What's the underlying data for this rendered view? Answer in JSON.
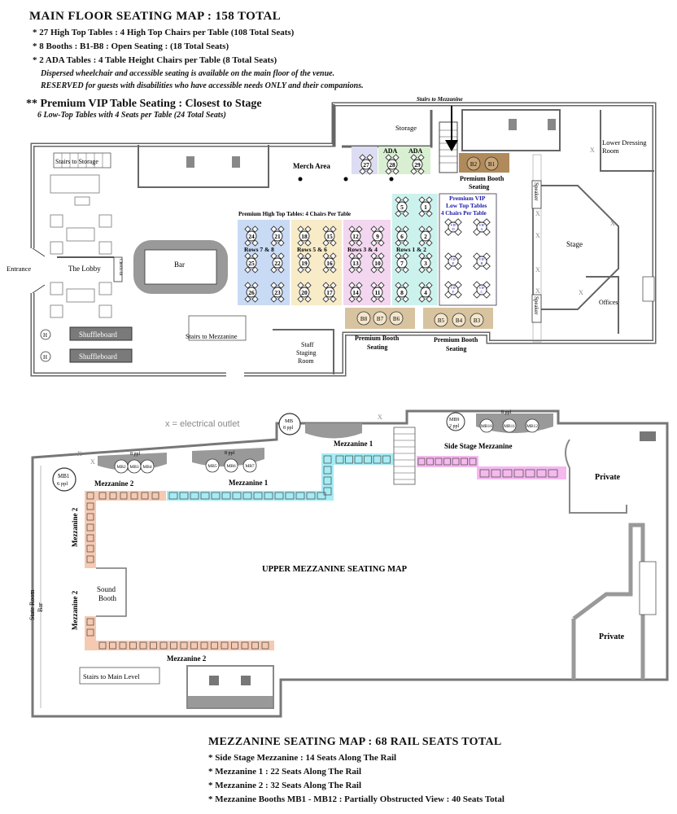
{
  "header": {
    "title": "MAIN FLOOR SEATING MAP : 158 TOTAL",
    "line1": "* 27 High Top Tables : 4 High Top Chairs per Table (108 Total Seats)",
    "line2": "* 8 Booths : B1-B8 : Open Seating : (18 Total Seats)",
    "line3": "* 2 ADA Tables : 4 Table Height Chairs per Table (8 Total Seats)",
    "note1": "Dispersed wheelchair and accessible seating is available on the main floor of the venue.",
    "note2": "RESERVED for guests with disabilities who have accessible needs ONLY and their companions."
  },
  "vip": {
    "heading": "** Premium VIP Table Seating : Closest to Stage",
    "sub": "6 Low-Top Tables with 4 Seats per Table (24 Total Seats)"
  },
  "main_floor": {
    "stairs_mezz_top": "Stairs to Mezzanine",
    "storage": "Storage",
    "lower_dressing_1": "Lower Dressing",
    "lower_dressing_2": "Room",
    "stairs_storage": "Stairs to Storage",
    "merch": "Merch Area",
    "ada": "ADA",
    "ada_tables": [
      "27",
      "28",
      "29"
    ],
    "premium_hightop": "Premium High Top Tables: 4 Chairs Per Table",
    "vip_box_1": "Premium VIP",
    "vip_box_2": "Low Top Tables",
    "vip_box_3": "4 Chairs Per Table",
    "vip_label": "VIP",
    "vip_letters": [
      "D",
      "A",
      "E",
      "B",
      "F",
      "C"
    ],
    "rows_78": "Rows 7 & 8",
    "rows_56": "Rows 5 & 6",
    "rows_34": "Rows 3 & 4",
    "rows_12": "Rows 1 & 2",
    "grid_tables": [
      [
        "24",
        "21",
        "18",
        "15",
        "12",
        "9",
        "6",
        "2"
      ],
      [
        "25",
        "22",
        "19",
        "16",
        "13",
        "10",
        "7",
        "3"
      ],
      [
        "26",
        "23",
        "20",
        "17",
        "14",
        "11",
        "8",
        "4"
      ]
    ],
    "table_5": "5",
    "table_1": "1",
    "booths_top": [
      "B2",
      "B1"
    ],
    "booths_mid": [
      "B8",
      "B7",
      "B6"
    ],
    "booths_right": [
      "B5",
      "B4",
      "B3"
    ],
    "premium_booth": "Premium Booth",
    "seating": "Seating",
    "bar": "Bar",
    "lobby": "The Lobby",
    "entrance": "Entrance",
    "check_in": "Check-In",
    "shuffleboard": "Shuffleboard",
    "stairs_mezz_bottom": "Stairs to Mezzanine",
    "staff_1": "Staff",
    "staff_2": "Staging",
    "staff_3": "Room",
    "stage": "Stage",
    "offices": "Offices",
    "speaker": "Speaker",
    "h_mark": "H",
    "x_mark": "X"
  },
  "mezzanine": {
    "outlet_legend": "x = electrical outlet",
    "title": "UPPER MEZZANINE SEATING MAP",
    "mb1": "MB1",
    "mb1_ppl": "6 ppl",
    "mb8": "MB",
    "mb8_ppl": "8 ppl",
    "mb9": "MB9",
    "mb9_ppl": "2 ppl",
    "ppl8": "8 ppl",
    "booths_a": [
      "MB2",
      "MB3",
      "MB4"
    ],
    "booths_b": [
      "MB5",
      "MB6",
      "MB7"
    ],
    "booths_c": [
      "MB10",
      "MB11",
      "MB12"
    ],
    "mezz1": "Mezzanine 1",
    "mezz2": "Mezzanine 2",
    "side_stage": "Side Stage Mezzanine",
    "private": "Private",
    "sound_1": "Sound",
    "sound_2": "Booth",
    "state_room": "State Room",
    "bar": "Bar",
    "stairs_main": "Stairs to Main Level"
  },
  "footer": {
    "title": "MEZZANINE SEATING MAP : 68 RAIL SEATS TOTAL",
    "line1": "* Side Stage Mezzanine : 14 Seats Along The Rail",
    "line2": "* Mezzanine 1 : 22 Seats Along The Rail",
    "line3": "* Mezzanine 2 : 32 Seats Along The Rail",
    "line4": "* Mezzanine Booths MB1 - MB12 : Partially Obstructed View : 40 Seats Total"
  },
  "colors": {
    "rows_78": "#c9daf4",
    "rows_56": "#f7ebc8",
    "rows_34": "#f3d6ef",
    "rows_12": "#ccf2ee",
    "ada": "#d9efd2",
    "table27": "#dcdcf2",
    "booth": "#d8c3a0",
    "mezz1": "#a5ecf5",
    "side_stage": "#f5b9ee",
    "mezz2": "#f6c9b2",
    "wall": "#555555"
  }
}
